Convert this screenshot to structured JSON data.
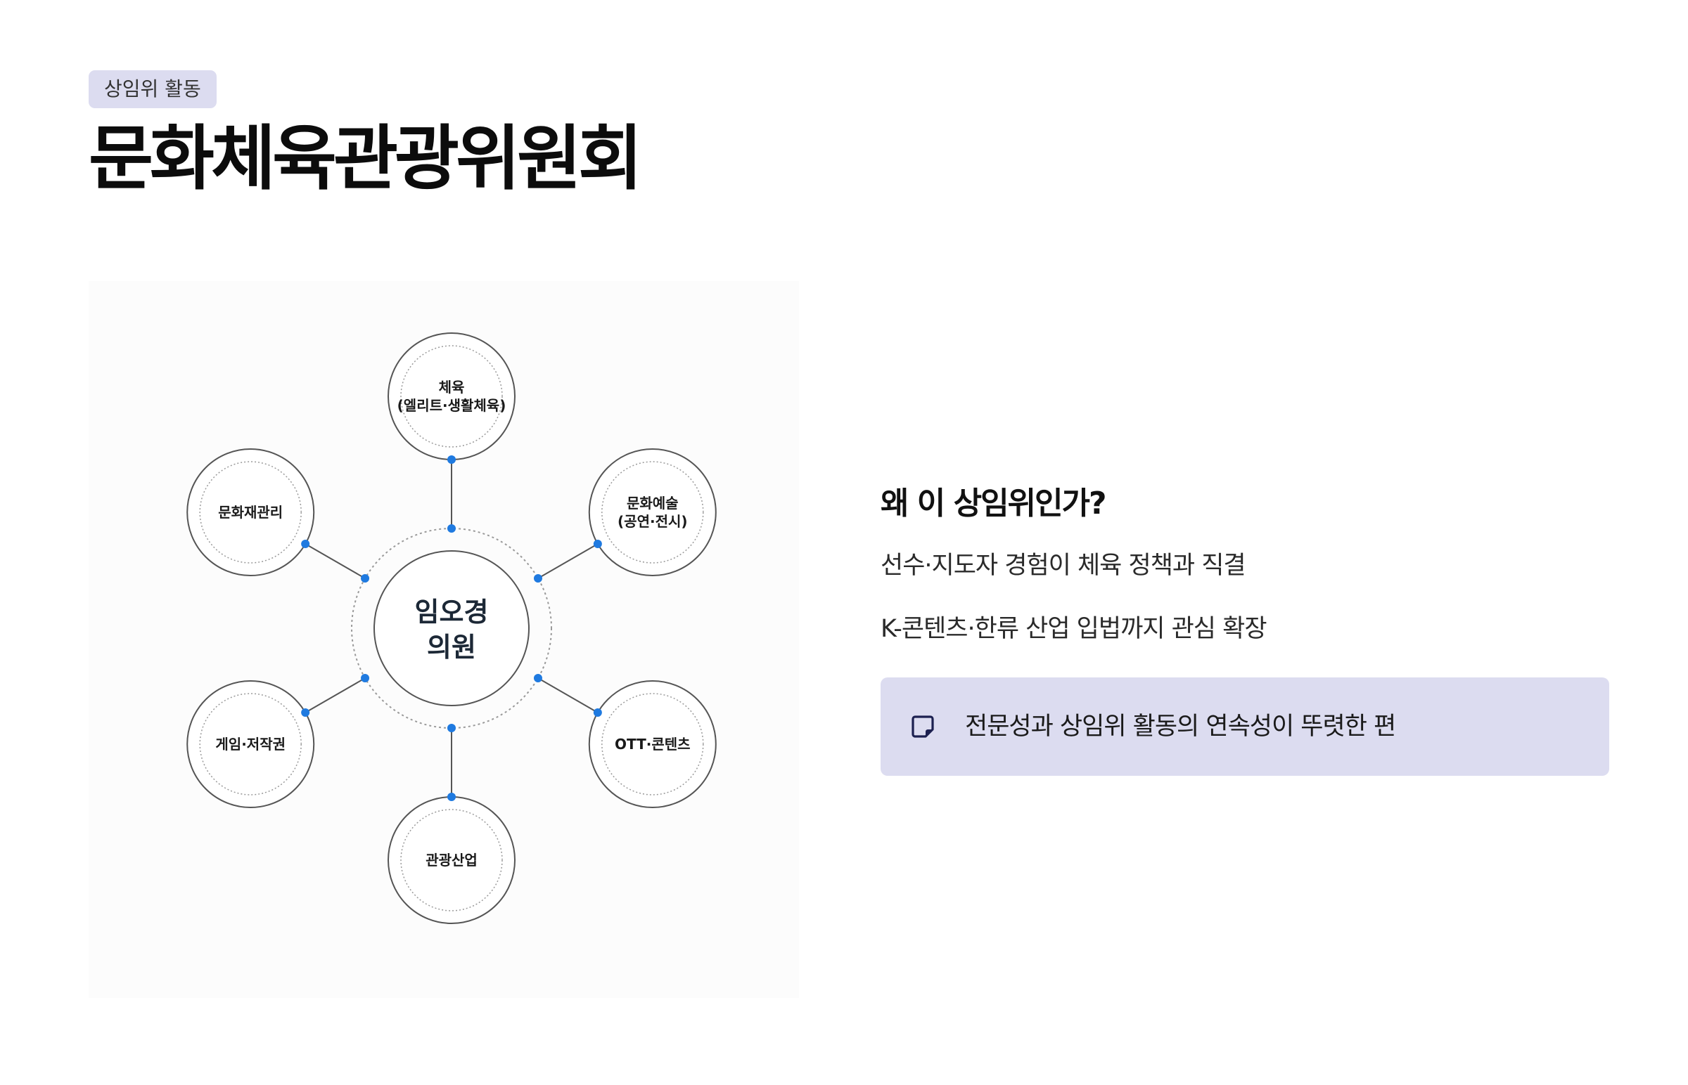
{
  "header": {
    "tag": "상임위 활동",
    "title": "문화체육관광위원회"
  },
  "diagram": {
    "center": {
      "line1": "임오경",
      "line2": "의원"
    },
    "nodes": [
      {
        "id": "sports",
        "line1": "체육",
        "line2": "(엘리트·생활체육)"
      },
      {
        "id": "culture-arts",
        "line1": "문화예술",
        "line2": "(공연·전시)"
      },
      {
        "id": "ott",
        "line1": "OTT·콘텐츠",
        "line2": ""
      },
      {
        "id": "tourism",
        "line1": "관광산업",
        "line2": ""
      },
      {
        "id": "games",
        "line1": "게임·저작권",
        "line2": ""
      },
      {
        "id": "heritage",
        "line1": "문화재관리",
        "line2": ""
      }
    ],
    "colors": {
      "connector_dot": "#1f7ae0",
      "ring": "#555555"
    }
  },
  "why": {
    "title": "왜 이 상임위인가?",
    "reasons": [
      "선수·지도자 경험이 체육 정책과 직결",
      "K-콘텐츠·한류 산업 입법까지 관심 확장"
    ],
    "note": {
      "icon": "sticky-note-icon",
      "text": "전문성과 상임위 활동의 연속성이 뚜렷한 편"
    }
  },
  "colors": {
    "accent_bg": "#dcdcf0",
    "text": "#111111"
  }
}
